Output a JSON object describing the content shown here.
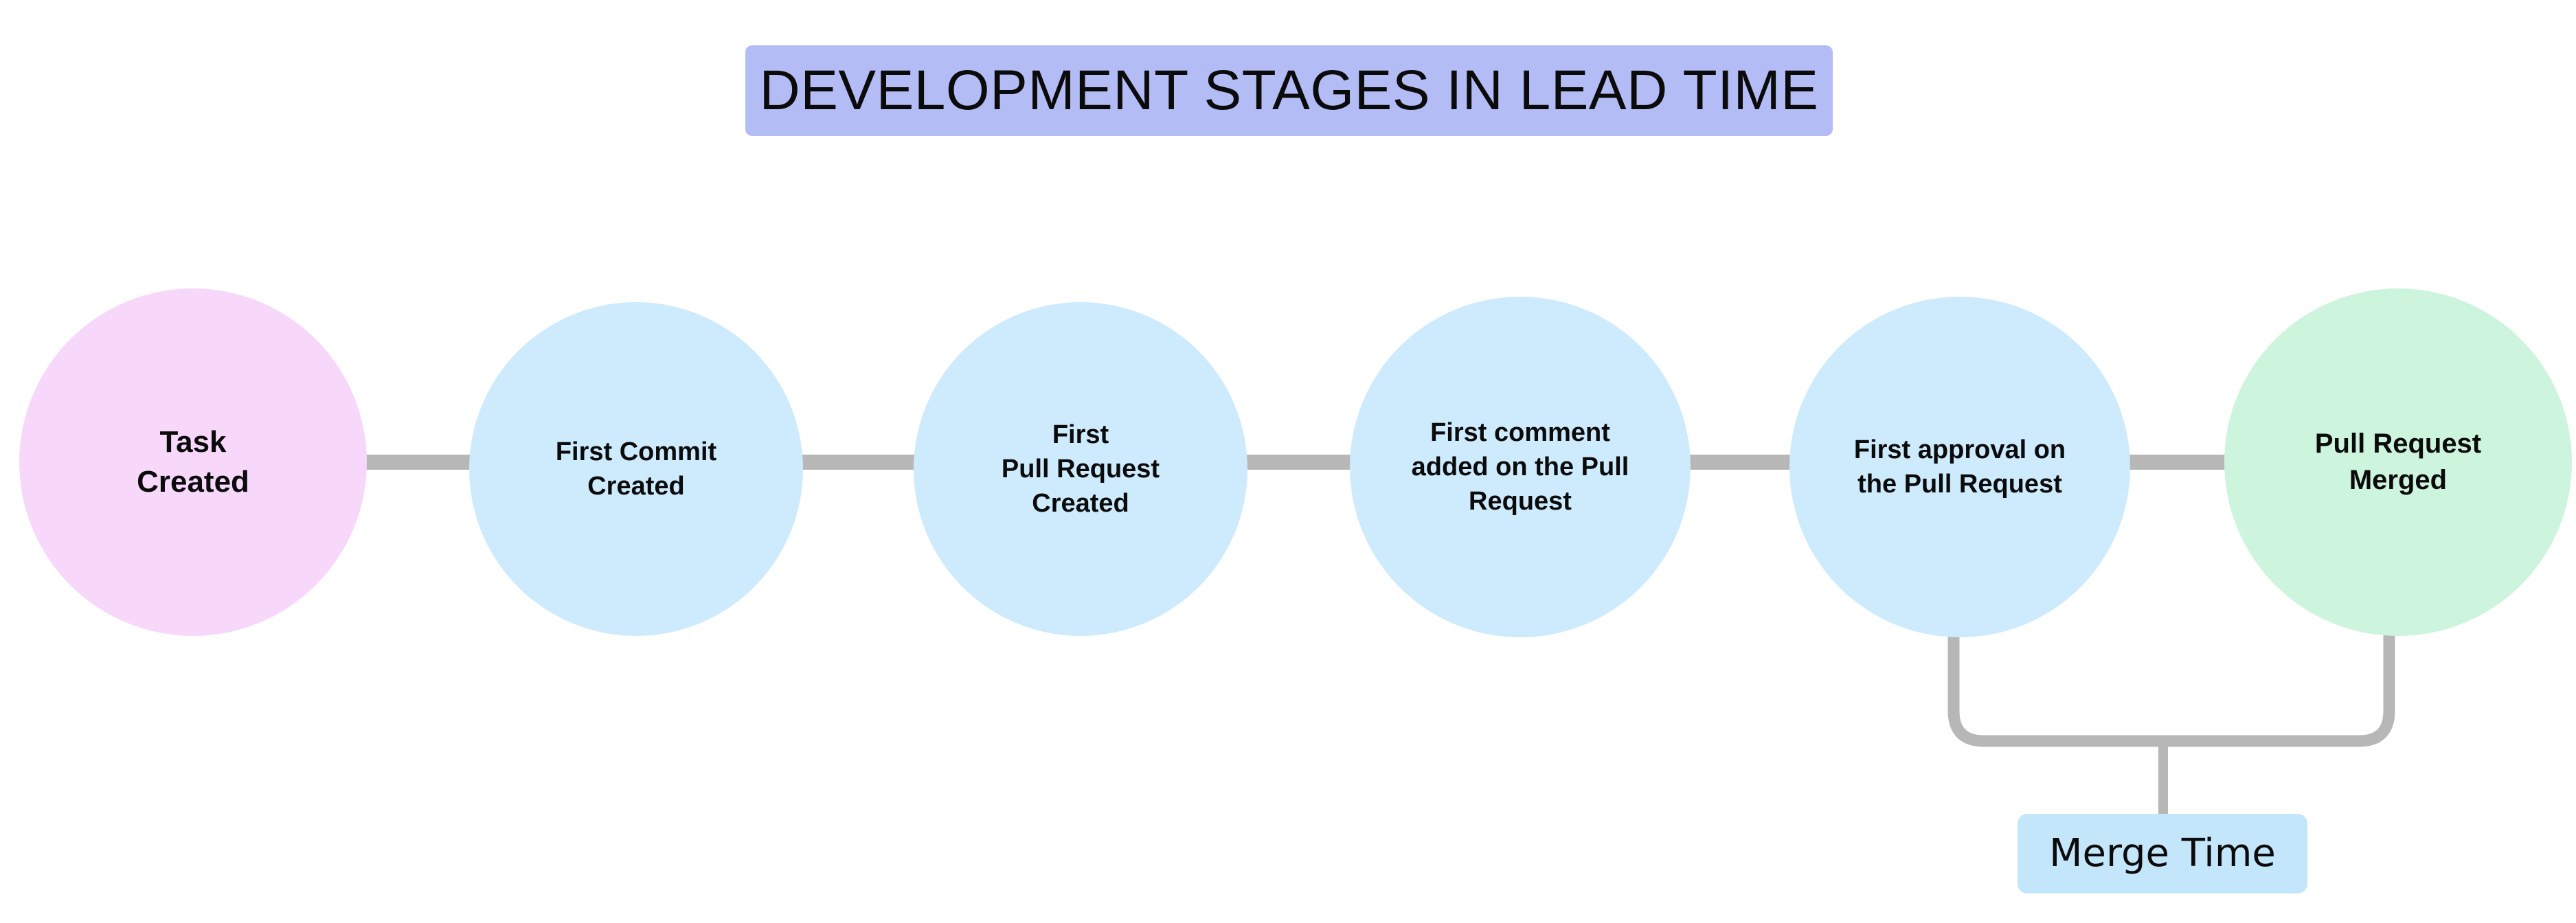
{
  "title": {
    "text": "DEVELOPMENT STAGES IN LEAD TIME",
    "background_color": "#b3bcf5",
    "text_color": "#0b0b0b"
  },
  "colors": {
    "start_node": "#f7d8fb",
    "middle_node": "#cdebfd",
    "end_node": "#cdf4dd",
    "connector": "#b7b7b7",
    "bracket": "#b7b7b7",
    "chip": "#c3e6fb",
    "page_background": "#ffffff"
  },
  "diagram": {
    "type": "horizontal-flow-timeline",
    "stages": [
      {
        "id": "task-created",
        "label": "Task\nCreated",
        "fill": "#f7d8fb"
      },
      {
        "id": "first-commit",
        "label": "First Commit\nCreated",
        "fill": "#cdebfd"
      },
      {
        "id": "first-pr",
        "label": "First\nPull Request\nCreated",
        "fill": "#cdebfd"
      },
      {
        "id": "first-comment",
        "label": "First comment\nadded on the Pull\nRequest",
        "fill": "#cdebfd"
      },
      {
        "id": "first-approval",
        "label": "First approval on\nthe Pull Request",
        "fill": "#cdebfd"
      },
      {
        "id": "pr-merged",
        "label": "Pull Request\nMerged",
        "fill": "#cdf4dd"
      }
    ],
    "connectors": [
      {
        "from": "task-created",
        "to": "first-commit"
      },
      {
        "from": "first-commit",
        "to": "first-pr"
      },
      {
        "from": "first-pr",
        "to": "first-comment"
      },
      {
        "from": "first-comment",
        "to": "first-approval"
      },
      {
        "from": "first-approval",
        "to": "pr-merged"
      }
    ],
    "annotations": [
      {
        "id": "merge-time",
        "label": "Merge Time",
        "spans_from": "first-approval",
        "spans_to": "pr-merged",
        "fill": "#c3e6fb"
      }
    ]
  }
}
